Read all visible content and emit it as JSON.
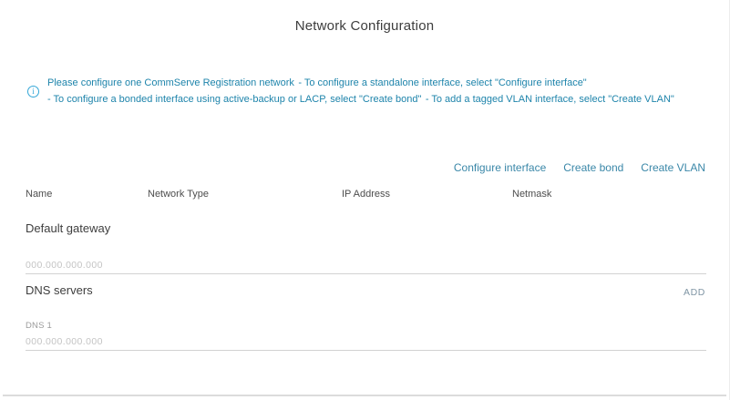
{
  "page": {
    "title": "Network Configuration"
  },
  "info": {
    "icon": "info-circle-icon",
    "icon_glyph": "i",
    "lines": [
      "Please configure one CommServe Registration network",
      "- To configure a standalone interface, select \"Configure interface\"",
      "- To configure a bonded interface using active-backup or LACP, select \"Create bond\"",
      "- To add a tagged VLAN interface, select \"Create VLAN\""
    ]
  },
  "actions": {
    "configure_interface": "Configure interface",
    "create_bond": "Create bond",
    "create_vlan": "Create VLAN"
  },
  "table": {
    "headers": [
      "Name",
      "Network Type",
      "IP Address",
      "Netmask"
    ]
  },
  "default_gateway": {
    "label": "Default gateway",
    "value": "",
    "placeholder": "000.000.000.000"
  },
  "dns": {
    "label": "DNS servers",
    "add_label": "ADD",
    "entries": [
      {
        "label": "DNS 1",
        "value": "",
        "placeholder": "000.000.000.000"
      }
    ]
  },
  "colors": {
    "info_text": "#1e84ab",
    "info_icon": "#35a7d7",
    "link": "#3a87a8",
    "add_link": "#7f95a4",
    "placeholder": "#c4c4c4"
  }
}
